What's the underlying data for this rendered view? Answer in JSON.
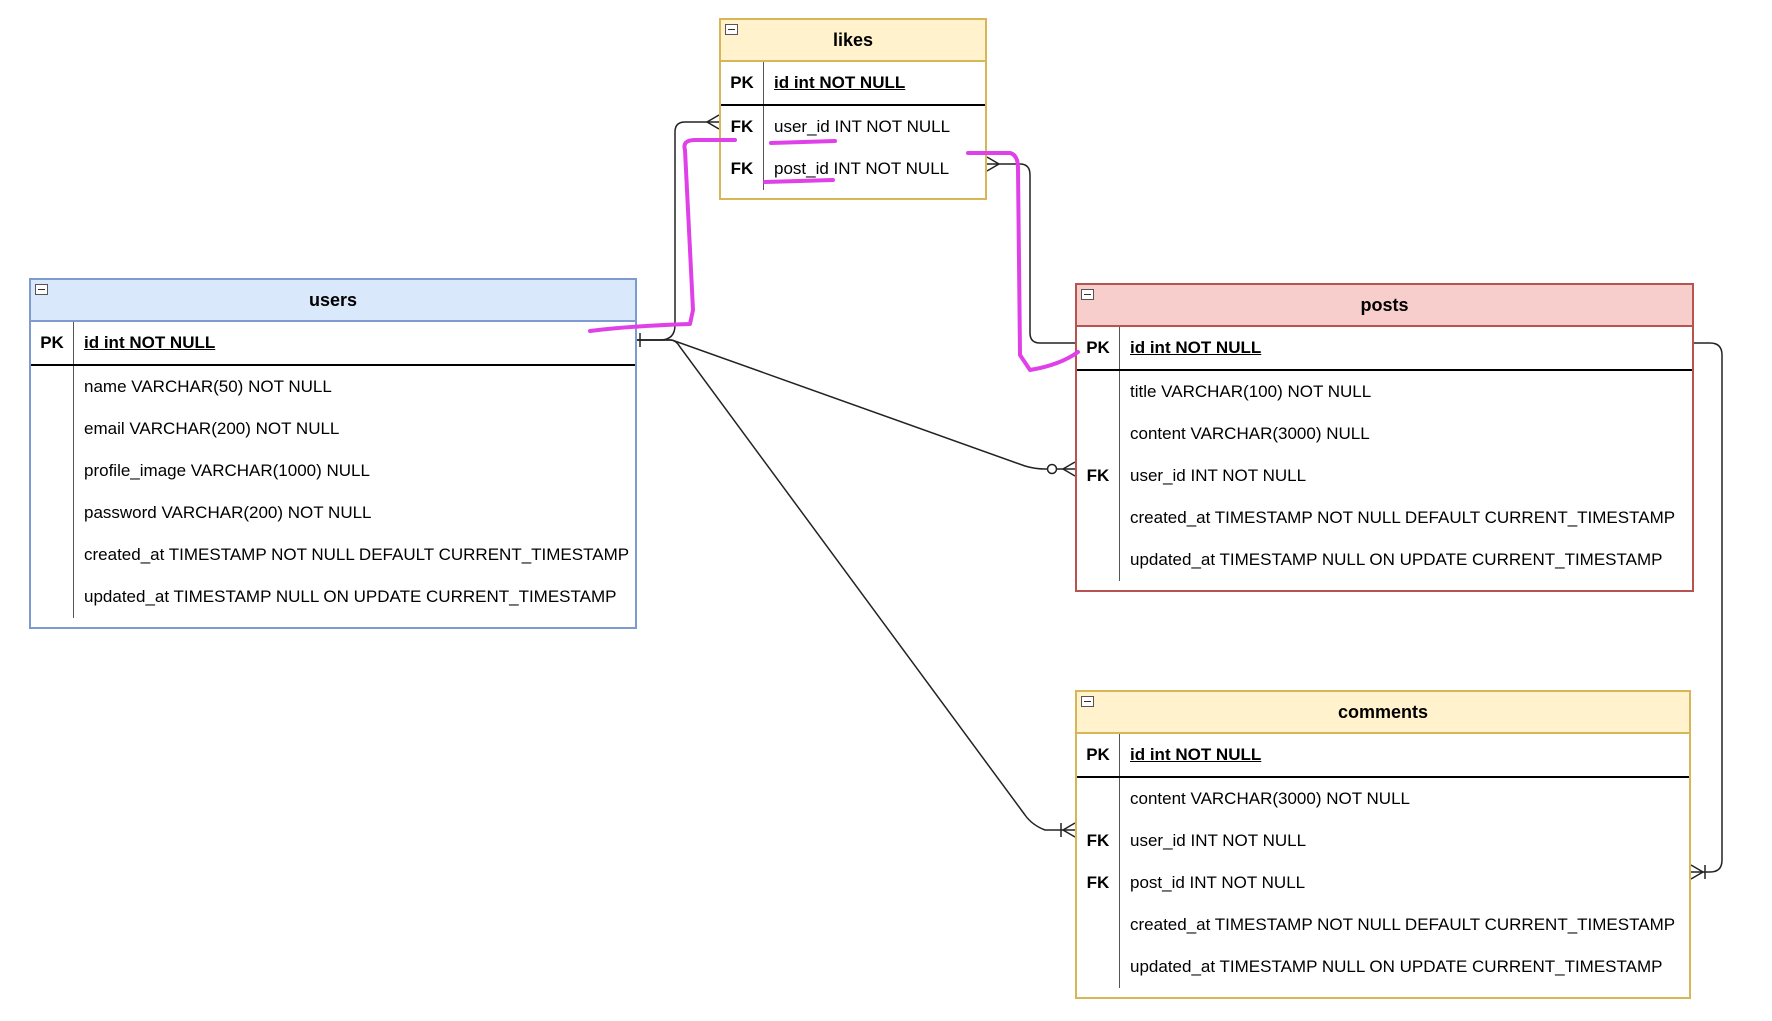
{
  "diagram": {
    "entities": {
      "likes": {
        "title": "likes",
        "rows": [
          {
            "key": "PK",
            "field": "id int NOT NULL"
          },
          {
            "key": "FK",
            "field": "user_id INT NOT NULL"
          },
          {
            "key": "FK",
            "field": "post_id INT NOT NULL"
          }
        ]
      },
      "users": {
        "title": "users",
        "rows": [
          {
            "key": "PK",
            "field": "id int NOT NULL"
          },
          {
            "key": "",
            "field": "name VARCHAR(50) NOT NULL"
          },
          {
            "key": "",
            "field": "email VARCHAR(200) NOT NULL"
          },
          {
            "key": "",
            "field": "profile_image VARCHAR(1000) NULL"
          },
          {
            "key": "",
            "field": "password VARCHAR(200) NOT NULL"
          },
          {
            "key": "",
            "field": "created_at TIMESTAMP NOT NULL DEFAULT CURRENT_TIMESTAMP"
          },
          {
            "key": "",
            "field": "updated_at TIMESTAMP NULL ON UPDATE CURRENT_TIMESTAMP"
          }
        ]
      },
      "posts": {
        "title": "posts",
        "rows": [
          {
            "key": "PK",
            "field": "id int NOT NULL"
          },
          {
            "key": "",
            "field": "title VARCHAR(100) NOT NULL"
          },
          {
            "key": "",
            "field": "content VARCHAR(3000) NULL"
          },
          {
            "key": "FK",
            "field": "user_id INT NOT NULL"
          },
          {
            "key": "",
            "field": "created_at TIMESTAMP NOT NULL DEFAULT CURRENT_TIMESTAMP"
          },
          {
            "key": "",
            "field": "updated_at TIMESTAMP NULL ON UPDATE CURRENT_TIMESTAMP"
          }
        ]
      },
      "comments": {
        "title": "comments",
        "rows": [
          {
            "key": "PK",
            "field": "id int NOT NULL"
          },
          {
            "key": "",
            "field": "content VARCHAR(3000) NOT NULL"
          },
          {
            "key": "FK",
            "field": "user_id INT NOT NULL"
          },
          {
            "key": "FK",
            "field": "post_id INT NOT NULL"
          },
          {
            "key": "",
            "field": "created_at TIMESTAMP NOT NULL DEFAULT CURRENT_TIMESTAMP"
          },
          {
            "key": "",
            "field": "updated_at TIMESTAMP NULL ON UPDATE CURRENT_TIMESTAMP"
          }
        ]
      }
    },
    "colors": {
      "users_header": "#dae8fc",
      "users_border": "#7d9bd0",
      "likes_header": "#fff2cc",
      "likes_border": "#d6b656",
      "posts_header": "#f8cecc",
      "posts_border": "#b85450",
      "comments_header": "#fff2cc",
      "comments_border": "#d6b656",
      "connector": "#222222",
      "highlight": "#e040e8"
    },
    "icons": [
      "collapse-icon"
    ]
  }
}
